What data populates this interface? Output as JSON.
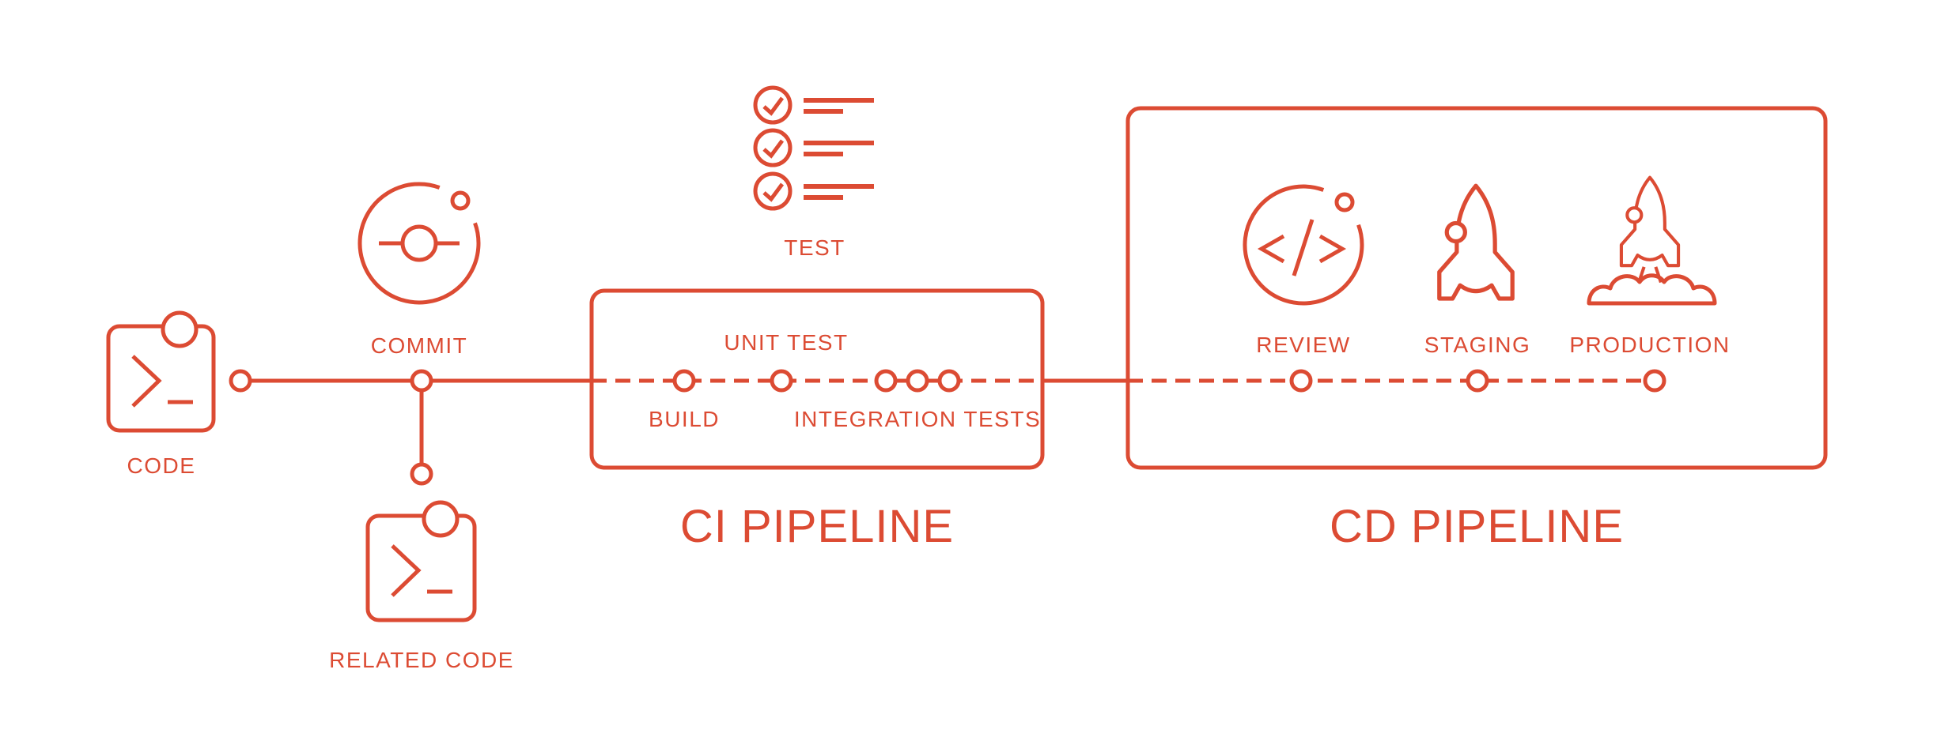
{
  "colors": {
    "accent": "#DC4B33",
    "background": "#FFFFFF"
  },
  "stages": {
    "code": {
      "label": "CODE",
      "icon": "terminal-icon"
    },
    "commit": {
      "label": "COMMIT",
      "icon": "commit-icon"
    },
    "related_code": {
      "label": "RELATED CODE",
      "icon": "terminal-icon"
    },
    "test": {
      "label": "TEST",
      "icon": "checklist-icon"
    }
  },
  "ci": {
    "title": "CI PIPELINE",
    "steps": {
      "build": "BUILD",
      "unit_test": "UNIT TEST",
      "integration_tests": "INTEGRATION TESTS"
    }
  },
  "cd": {
    "title": "CD PIPELINE",
    "steps": {
      "review": {
        "label": "REVIEW",
        "icon": "code-review-icon"
      },
      "staging": {
        "label": "STAGING",
        "icon": "rocket-icon"
      },
      "production": {
        "label": "PRODUCTION",
        "icon": "rocket-launch-icon"
      }
    }
  }
}
